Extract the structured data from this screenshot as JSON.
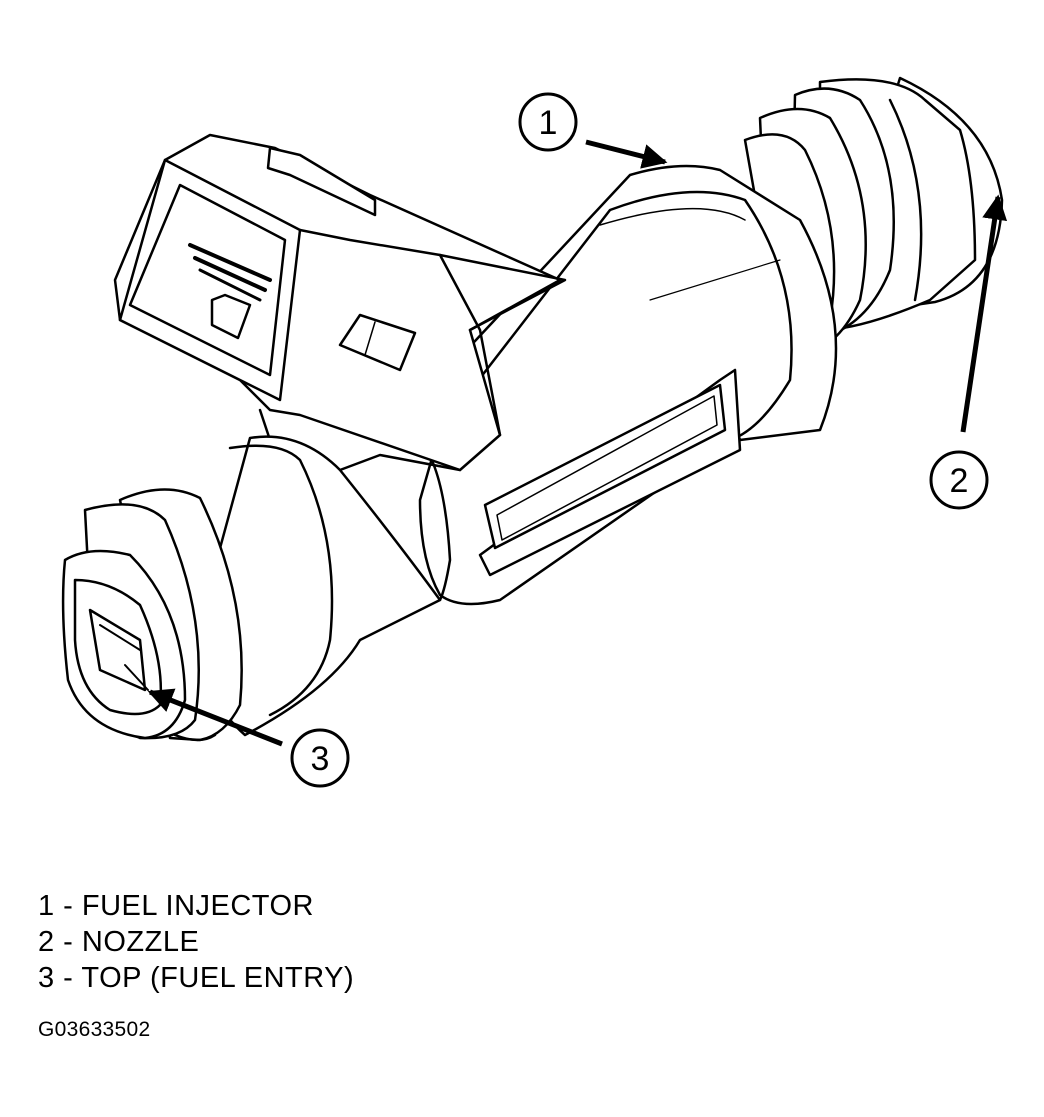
{
  "callouts": [
    {
      "number": "1"
    },
    {
      "number": "2"
    },
    {
      "number": "3"
    }
  ],
  "legend": [
    {
      "text": "1 - FUEL INJECTOR"
    },
    {
      "text": "2 - NOZZLE"
    },
    {
      "text": "3 - TOP (FUEL ENTRY)"
    }
  ],
  "figure_id": "G03633502"
}
